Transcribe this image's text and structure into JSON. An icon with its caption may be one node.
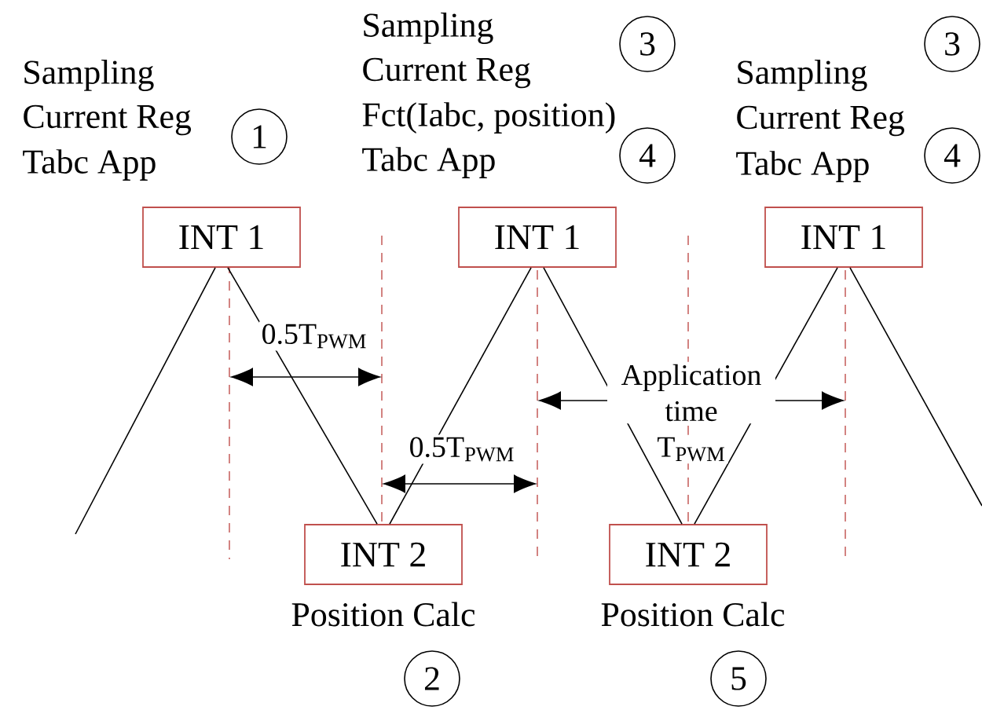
{
  "diagram": {
    "nodes": [
      {
        "text": [
          "INT 1"
        ],
        "beside": [
          "Sampling",
          "Current Reg",
          "Tabc App"
        ]
      },
      {
        "text": [
          "INT 1"
        ],
        "beside": [
          "Sampling",
          "Current Reg",
          "Fct(Iabc, position)",
          "Tabc App"
        ]
      },
      {
        "text": [
          "INT 1"
        ],
        "beside": [
          "Sampling",
          "Current Reg",
          "Tabc App"
        ]
      },
      {
        "text": [
          "INT 2"
        ],
        "beside": [
          "Position Calc"
        ]
      },
      {
        "text": [
          "INT 2"
        ],
        "beside": [
          "Position Calc"
        ]
      },
      {
        "text": [
          "1"
        ]
      },
      {
        "text": [
          "3"
        ]
      },
      {
        "text": [
          "4"
        ]
      },
      {
        "text": [
          "3"
        ]
      },
      {
        "text": [
          "4"
        ]
      },
      {
        "text": [
          "2"
        ]
      },
      {
        "text": [
          "5"
        ]
      }
    ],
    "edges": [
      {
        "from": null,
        "to": 0,
        "arrow": "none"
      },
      {
        "from": 0,
        "to": 3,
        "arrow": "none"
      },
      {
        "from": 3,
        "to": 1,
        "arrow": "none"
      },
      {
        "from": 1,
        "to": 4,
        "arrow": "none"
      },
      {
        "from": 4,
        "to": 2,
        "arrow": "none"
      },
      {
        "from": 2,
        "to": null,
        "arrow": "none"
      }
    ],
    "labels": [
      "0.5T$_{PWM}$",
      "0.5T$_{PWM}$",
      "Application time",
      "T$_{PWM}$"
    ]
  }
}
